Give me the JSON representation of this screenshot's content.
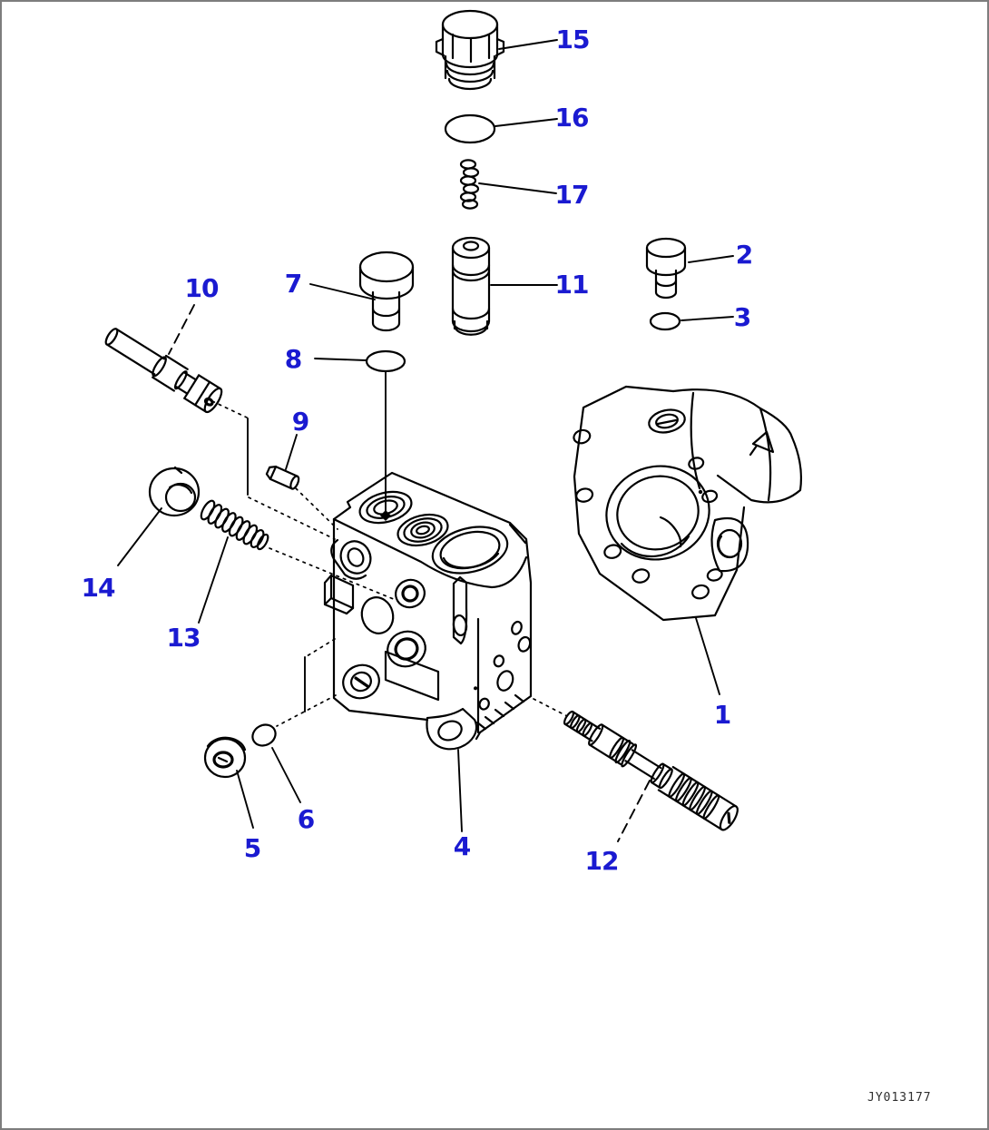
{
  "page": {
    "background": "#ffffff",
    "border_color": "#7d7d7d",
    "footer_code": "JY013177"
  },
  "diagram": {
    "type": "exploded-parts-diagram",
    "callout_color": "#1a1ad1",
    "line_color": "#000000",
    "callouts": [
      {
        "number": "1"
      },
      {
        "number": "2"
      },
      {
        "number": "3"
      },
      {
        "number": "4"
      },
      {
        "number": "5"
      },
      {
        "number": "6"
      },
      {
        "number": "7"
      },
      {
        "number": "8"
      },
      {
        "number": "9"
      },
      {
        "number": "10"
      },
      {
        "number": "11"
      },
      {
        "number": "12"
      },
      {
        "number": "13"
      },
      {
        "number": "14"
      },
      {
        "number": "15"
      },
      {
        "number": "16"
      },
      {
        "number": "17"
      }
    ]
  }
}
